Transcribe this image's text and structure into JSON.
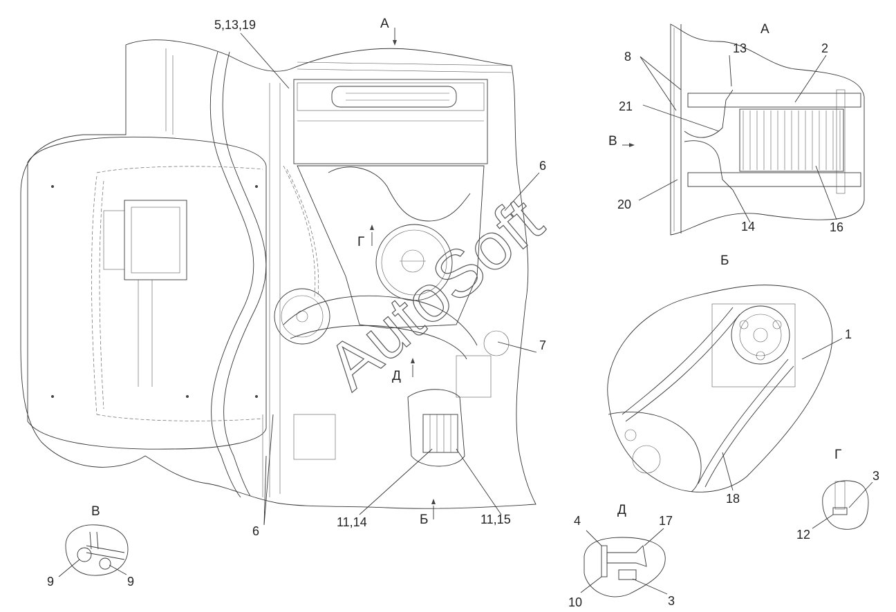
{
  "watermark": "AutoSoft",
  "view_labels": [
    "А",
    "А",
    "Б",
    "Б",
    "В",
    "В",
    "Г",
    "Г",
    "Д",
    "Д"
  ],
  "callouts": [
    "5,13,19",
    "8",
    "13",
    "2",
    "21",
    "20",
    "14",
    "16",
    "6",
    "6",
    "7",
    "1",
    "18",
    "3",
    "12",
    "11,14",
    "11,15",
    "9",
    "9",
    "4",
    "17",
    "10",
    "3"
  ]
}
